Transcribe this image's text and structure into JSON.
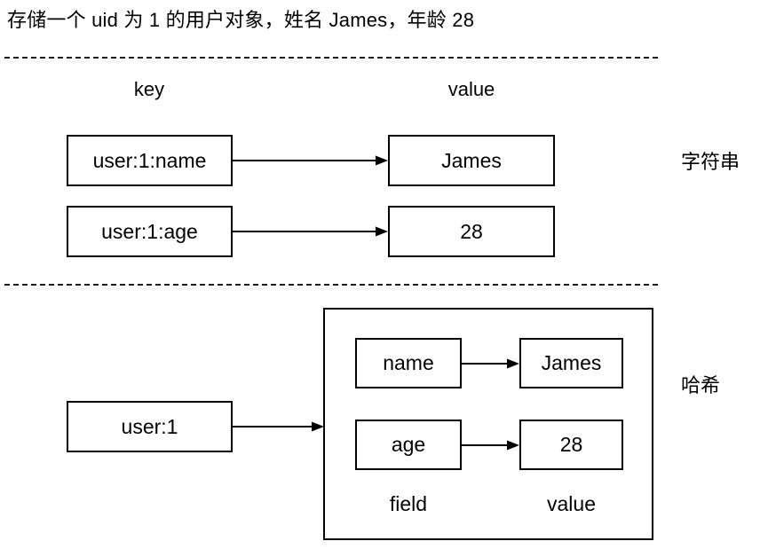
{
  "title": "存储一个 uid 为 1 的用户对象，姓名 James，年龄 28",
  "columns": {
    "key_label": "key",
    "value_label": "value"
  },
  "sections": [
    {
      "type_label": "字符串",
      "rows": [
        {
          "key": "user:1:name",
          "value": "James"
        },
        {
          "key": "user:1:age",
          "value": "28"
        }
      ]
    },
    {
      "type_label": "哈希",
      "key": "user:1",
      "inner_headers": {
        "field_label": "field",
        "value_label": "value"
      },
      "entries": [
        {
          "field": "name",
          "value": "James"
        },
        {
          "field": "age",
          "value": "28"
        }
      ]
    }
  ],
  "style": {
    "stroke": "#000000",
    "background": "#ffffff",
    "divider": "#1a1a1a"
  }
}
